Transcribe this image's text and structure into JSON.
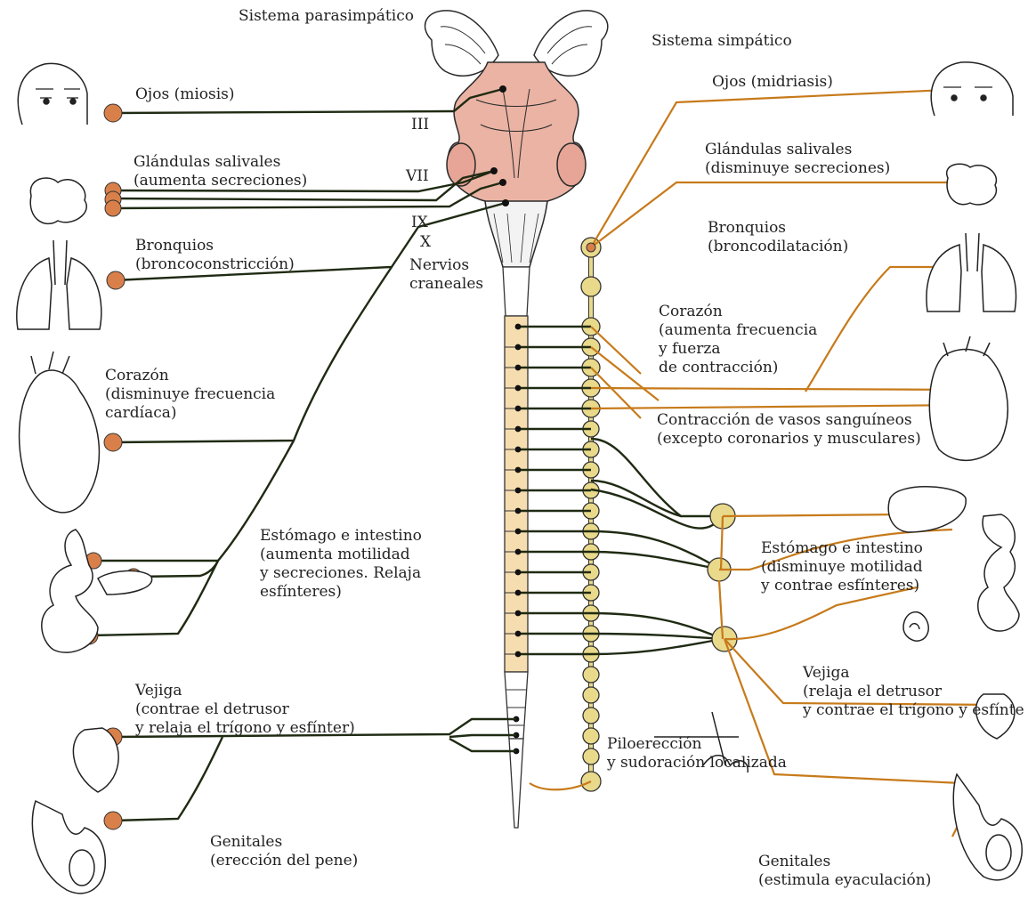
{
  "colors": {
    "parasympathetic": "#1f2a12",
    "sympathetic": "#c77a1a",
    "brainstem": "#eab3a4",
    "spinal_cord": "#f6ddb0",
    "ganglion": "#e9d98b",
    "organ_ganglion": "#d9804a"
  },
  "header": {
    "parasympathetic_title": "Sistema parasimpático",
    "sympathetic_title": "Sistema simpático"
  },
  "cranial_nerves": {
    "n3": "III",
    "n7": "VII",
    "n9": "IX",
    "n10": "X",
    "caption": [
      "Nervios",
      "craneales"
    ]
  },
  "parasympathetic_labels": {
    "eyes": [
      "Ojos (miosis)"
    ],
    "salivary": [
      "Glándulas salivales",
      "(aumenta secreciones)"
    ],
    "bronchi": [
      "Bronquios",
      "(broncoconstricción)"
    ],
    "heart": [
      "Corazón",
      "(disminuye frecuencia",
      "cardíaca)"
    ],
    "stomach": [
      "Estómago e intestino",
      "(aumenta motilidad",
      "y secreciones. Relaja",
      "esfínteres)"
    ],
    "bladder": [
      "Vejiga",
      "(contrae el detrusor",
      "y relaja el trígono y esfínter)"
    ],
    "genitals": [
      "Genitales",
      "(erección del pene)"
    ]
  },
  "sympathetic_labels": {
    "eyes": [
      "Ojos (midriasis)"
    ],
    "salivary": [
      "Glándulas salivales",
      "(disminuye secreciones)"
    ],
    "bronchi": [
      "Bronquios",
      "(broncodilatación)"
    ],
    "heart": [
      "Corazón",
      "(aumenta frecuencia",
      "y fuerza",
      "de contracción)"
    ],
    "vessels": [
      "Contracción de vasos sanguíneos",
      "(excepto coronarios y musculares)"
    ],
    "stomach": [
      "Estómago e intestino",
      "(disminuye motilidad",
      "y contrae esfínteres)"
    ],
    "bladder": [
      "Vejiga",
      "(relaja el detrusor",
      "y contrae el trígono y esfínte"
    ],
    "skin": [
      "Piloerección",
      "y sudoración localizada"
    ],
    "genitals": [
      "Genitales",
      "(estimula eyaculación)"
    ]
  }
}
